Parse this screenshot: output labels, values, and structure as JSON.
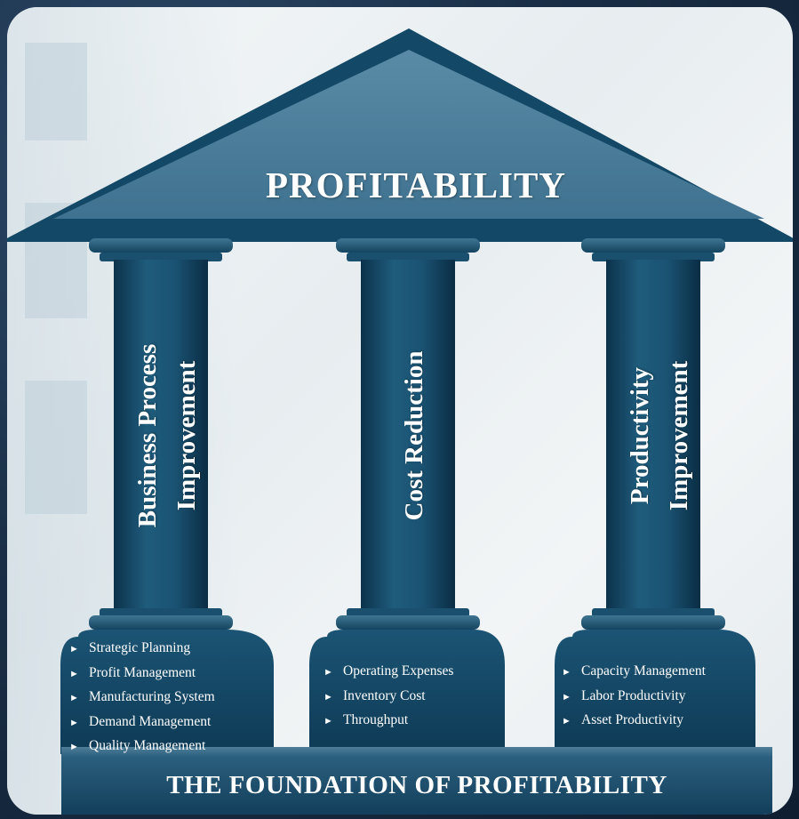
{
  "roof": {
    "title": "PROFITABILITY"
  },
  "pillars": [
    {
      "line1": "Business Process",
      "line2": "Improvement",
      "items": [
        "Strategic Planning",
        "Profit Management",
        "Manufacturing System",
        "Demand Management",
        "Quality Management"
      ]
    },
    {
      "line1": "Cost Reduction",
      "line2": "",
      "items": [
        "Operating Expenses",
        "Inventory  Cost",
        "Throughput"
      ]
    },
    {
      "line1": "Productivity",
      "line2": "Improvement",
      "items": [
        "Capacity  Management",
        "Labor Productivity",
        "Asset Productivity"
      ]
    }
  ],
  "bullet_glyph": "►",
  "foundation": {
    "title": "THE FOUNDATION  OF PROFITABILITY"
  },
  "colors": {
    "background": "#1a2f47",
    "pillar_dark": "#0f3a56",
    "pillar_mid": "#1d5878",
    "roof_light": "#4c7f9a",
    "roof_dark": "#144a68",
    "text": "#ffffff"
  }
}
